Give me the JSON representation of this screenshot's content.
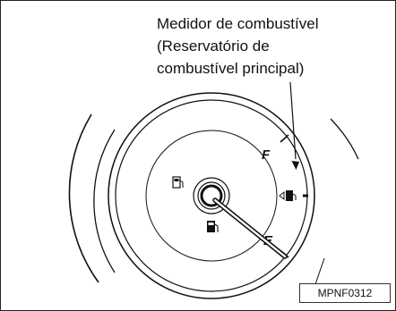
{
  "caption": {
    "lines": [
      "Medidor de combustível",
      "(Reservatório de",
      "combustível principal)"
    ]
  },
  "gauge": {
    "full_label": "F",
    "empty_label": "E",
    "fuel_level": 0.0
  },
  "icons": [
    "fuel-pump-icon",
    "fuel-door-indicator-icon",
    "fuel-pump-warning-icon"
  ],
  "figure_code": "MPNF0312"
}
